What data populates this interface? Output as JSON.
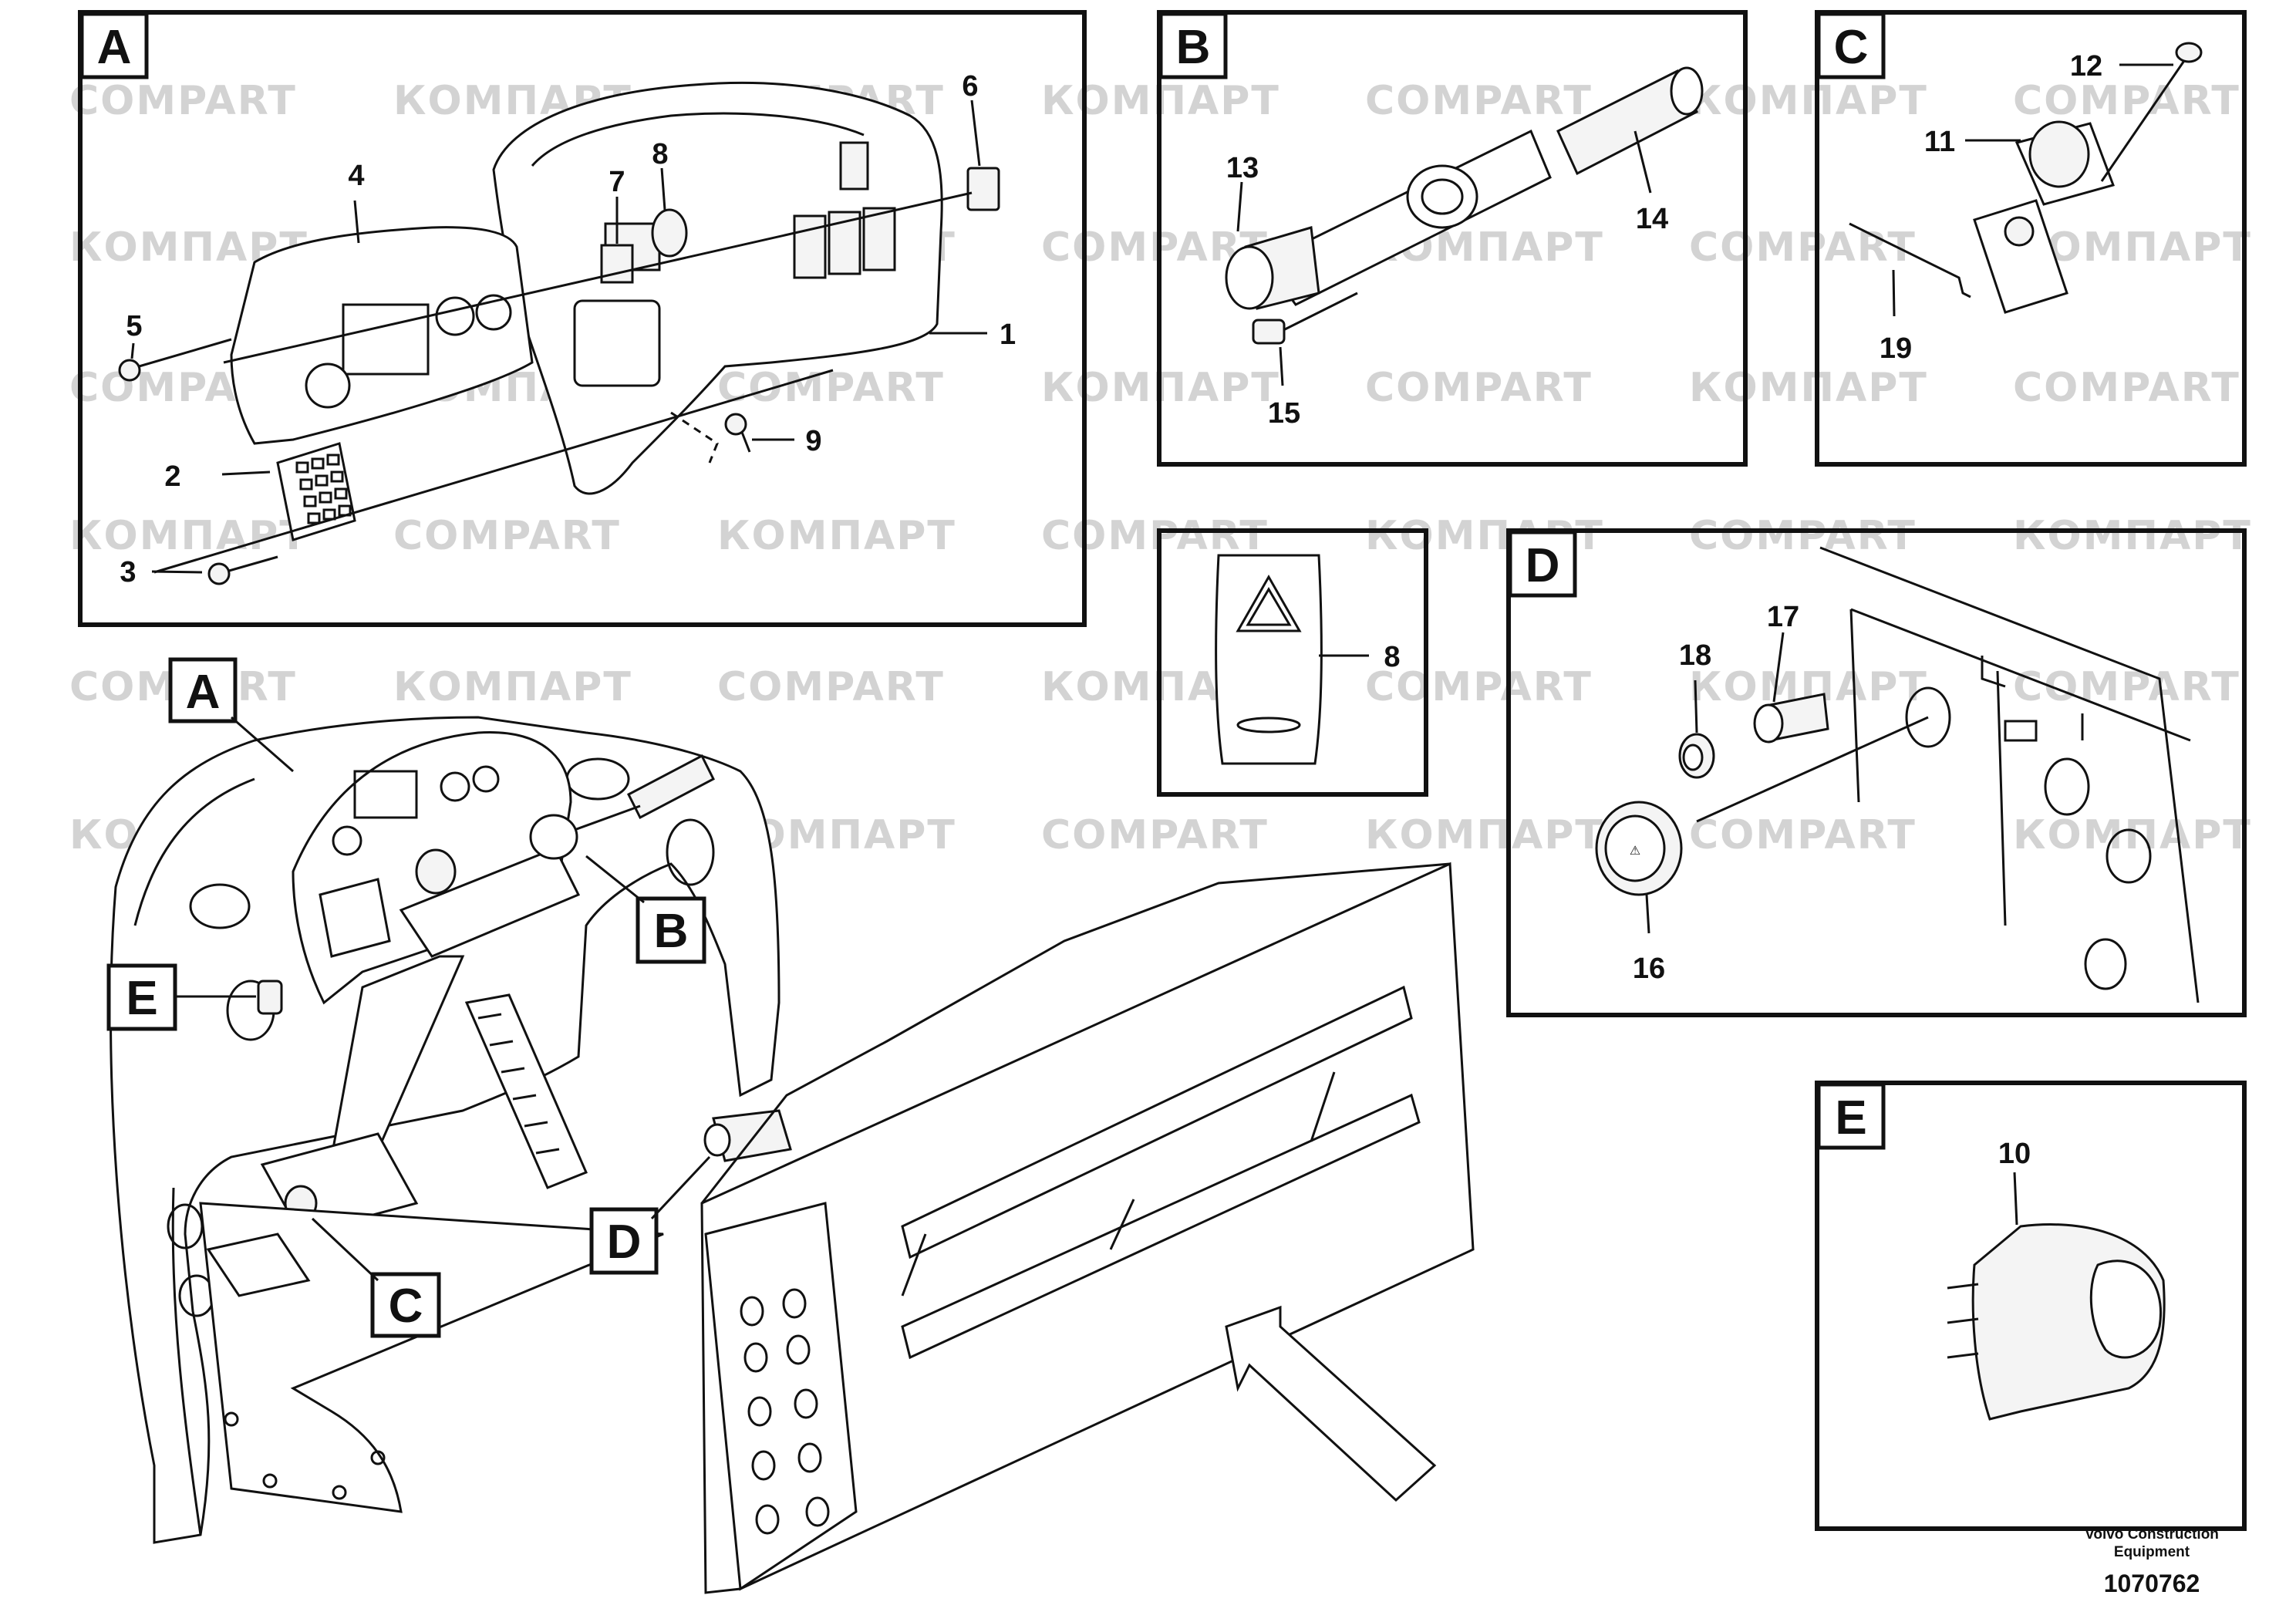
{
  "watermarks": [
    "COMPART",
    "КОМПАРТ"
  ],
  "panels": [
    {
      "id": "A",
      "letter": "A"
    },
    {
      "id": "B",
      "letter": "B"
    },
    {
      "id": "C",
      "letter": "C"
    },
    {
      "id": "D",
      "letter": "D"
    },
    {
      "id": "E",
      "letter": "E"
    }
  ],
  "main_callouts": [
    "A",
    "B",
    "C",
    "D",
    "E"
  ],
  "part_numbers": [
    "1",
    "2",
    "3",
    "4",
    "5",
    "6",
    "7",
    "8",
    "9",
    "10",
    "11",
    "12",
    "13",
    "14",
    "15",
    "16",
    "17",
    "18",
    "19"
  ],
  "footer": {
    "company_line1": "Volvo Construction",
    "company_line2": "Equipment",
    "drawing_number": "1070762"
  },
  "colors": {
    "line": "#111111",
    "watermark": "#d3d3d3",
    "background": "#ffffff"
  }
}
